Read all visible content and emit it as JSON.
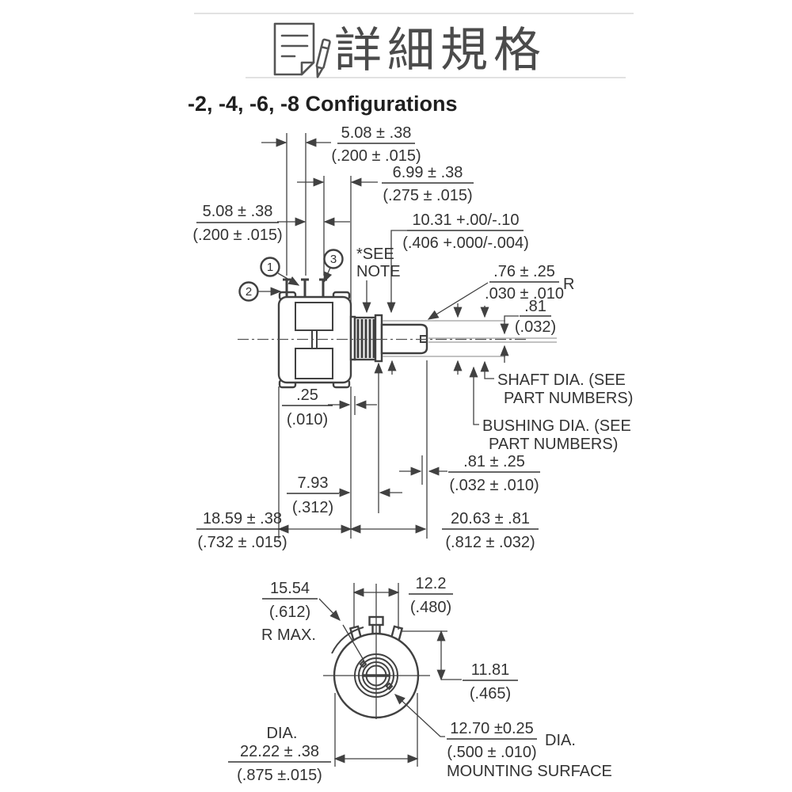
{
  "colors": {
    "line": "#414141",
    "text": "#333333",
    "light_rule": "#d9d9d9",
    "phantom_line": "#9e9e9e",
    "background": "#ffffff"
  },
  "header": {
    "title": "詳細規格",
    "icon": "document-pencil-icon"
  },
  "section_heading": "-2, -4, -6, -8 Configurations",
  "side_view": {
    "callouts": {
      "c1": "1",
      "c2": "2",
      "c3": "3"
    },
    "note_line1": "*SEE",
    "note_line2": "NOTE",
    "dim_pin_spacing_top": {
      "mm": "5.08 ± .38",
      "inch": "(.200 ± .015)"
    },
    "dim_pin_spacing_left": {
      "mm": "5.08 ± .38",
      "inch": "(.200 ± .015)"
    },
    "dim_pin_to_bushing": {
      "mm": "6.99 ± .38",
      "inch": "(.275 ± .015)"
    },
    "dim_bushing_length": {
      "mm": "10.31 +.00/-.10",
      "inch": "(.406 +.000/-.004)"
    },
    "dim_tip_radius": {
      "mm": ".76 ± .25",
      "inch": ".030 ± .010",
      "suffix": "R"
    },
    "dim_flat_depth": {
      "mm": ".81",
      "inch": "(.032)"
    },
    "label_shaft_dia_line1": "SHAFT DIA. (SEE",
    "label_shaft_dia_line2": "PART NUMBERS)",
    "label_bushing_dia_line1": "BUSHING DIA. (SEE",
    "label_bushing_dia_line2": "PART NUMBERS)",
    "dim_washer": {
      "mm": ".25",
      "inch": "(.010)"
    },
    "dim_flat_length": {
      "mm": ".81 ± .25",
      "inch": "(.032 ± .010)"
    },
    "dim_thread_length": {
      "mm": "7.93",
      "inch": "(.312)"
    },
    "dim_body_length": {
      "mm": "18.59 ± .38",
      "inch": "(.732 ± .015)"
    },
    "dim_shaft_length": {
      "mm": "20.63 ± .81",
      "inch": "(.812 ± .032)"
    }
  },
  "bottom_view": {
    "dim_radius_max": {
      "mm": "15.54",
      "inch": "(.612)",
      "suffix": "R MAX."
    },
    "dim_flat_width": {
      "mm": "12.2",
      "inch": "(.480)"
    },
    "dim_center_height": {
      "mm": "11.81",
      "inch": "(.465)"
    },
    "dim_body_dia": {
      "prefix": "DIA.",
      "mm": "22.22 ± .38",
      "inch": "(.875 ±.015)"
    },
    "dim_mount_dia": {
      "mm": "12.70 ±0.25",
      "inch": "(.500 ± .010)",
      "suffix": "DIA.",
      "note": "MOUNTING SURFACE"
    }
  }
}
